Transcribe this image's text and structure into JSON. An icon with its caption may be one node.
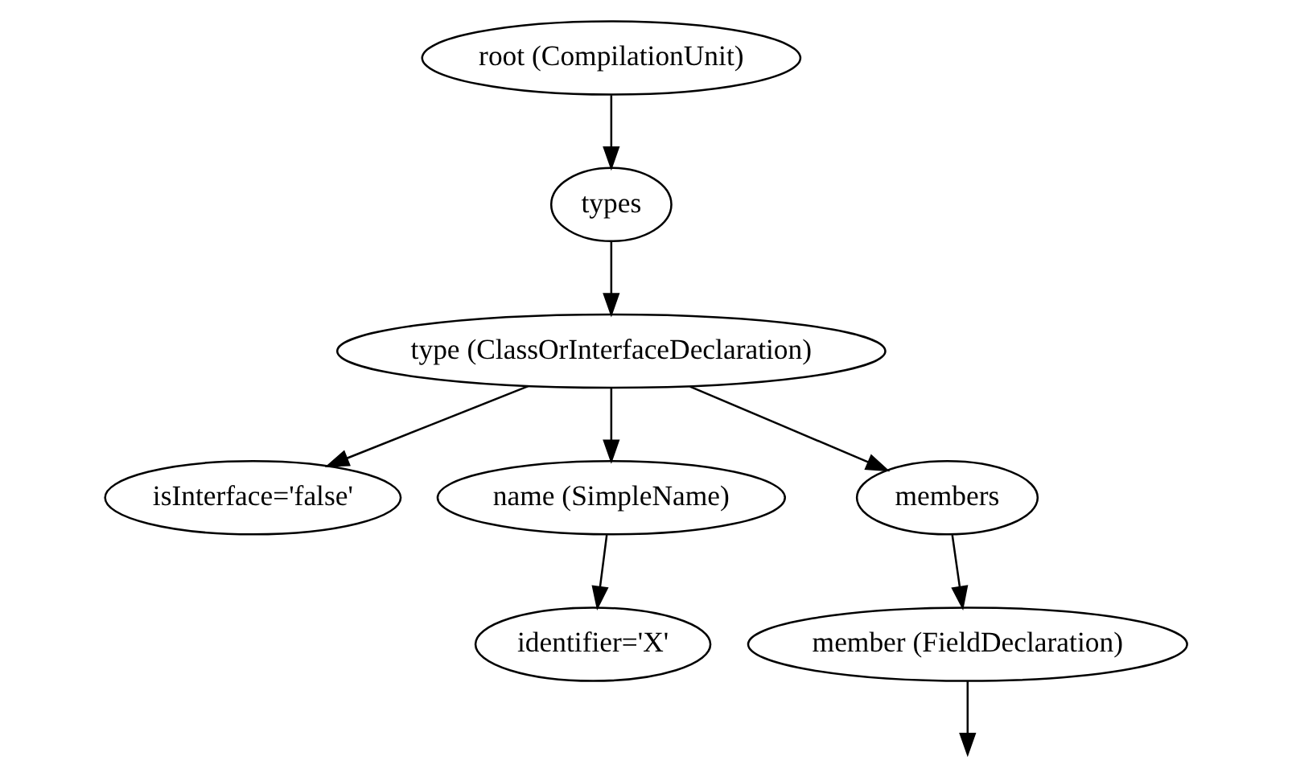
{
  "diagram": {
    "nodes": [
      {
        "text": [
          "root (CompilationUnit)"
        ]
      },
      {
        "text": [
          "types"
        ]
      },
      {
        "text": [
          "type (ClassOrInterfaceDeclaration)"
        ]
      },
      {
        "text": [
          "isInterface='false'"
        ]
      },
      {
        "text": [
          "name (SimpleName)"
        ]
      },
      {
        "text": [
          "members"
        ]
      },
      {
        "text": [
          "identifier='X'"
        ]
      },
      {
        "text": [
          "member (FieldDeclaration)"
        ]
      }
    ],
    "edges": [
      {
        "from": 0,
        "to": 1,
        "arrow": "to"
      },
      {
        "from": 1,
        "to": 2,
        "arrow": "to"
      },
      {
        "from": 2,
        "to": 3,
        "arrow": "to"
      },
      {
        "from": 2,
        "to": 4,
        "arrow": "to"
      },
      {
        "from": 2,
        "to": 5,
        "arrow": "to"
      },
      {
        "from": 4,
        "to": 6,
        "arrow": "to"
      },
      {
        "from": 5,
        "to": 7,
        "arrow": "to"
      },
      {
        "from": 7,
        "to": null,
        "arrow": "to"
      }
    ]
  }
}
